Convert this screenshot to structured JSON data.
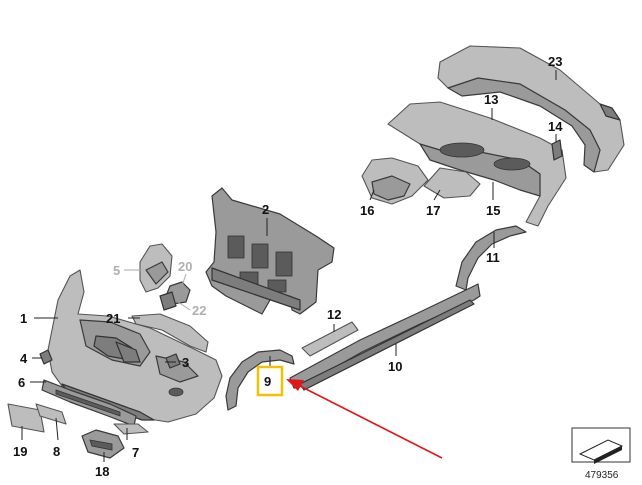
{
  "labels": {
    "l1": "1",
    "l2": "2",
    "l3": "3",
    "l4": "4",
    "l5": "5",
    "l6": "6",
    "l7": "7",
    "l8": "8",
    "l9": "9",
    "l10": "10",
    "l11": "11",
    "l12": "12",
    "l13": "13",
    "l14": "14",
    "l15": "15",
    "l16": "16",
    "l17": "17",
    "l18": "18",
    "l19": "19",
    "l20": "20",
    "l21": "21",
    "l22": "22",
    "l23": "23"
  },
  "highlight": {
    "part": "9",
    "box_color": "#f2c200",
    "arrow_color": "#e01818"
  },
  "reference_number": "479356"
}
